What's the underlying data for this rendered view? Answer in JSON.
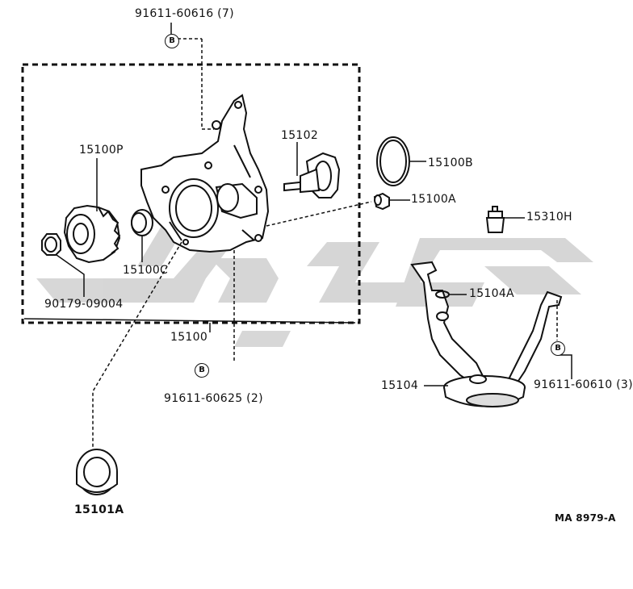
{
  "labels": {
    "p_91611_60616": "91611-60616 (7)",
    "p_15100P": "15100P",
    "p_15102": "15102",
    "p_15100B": "15100B",
    "p_15100A": "15100A",
    "p_15310H": "15310H",
    "p_15100C": "15100C",
    "p_90179_09004": "90179-09004",
    "p_15100": "15100",
    "p_15104A": "15104A",
    "p_15104": "15104",
    "p_91611_60610": "91611-60610 (3)",
    "p_91611_60625": "91611-60625 (2)",
    "p_15101A": "15101A",
    "diagram_code": "MA 8979-A"
  },
  "callouts": {
    "bolt_marker": "B"
  }
}
